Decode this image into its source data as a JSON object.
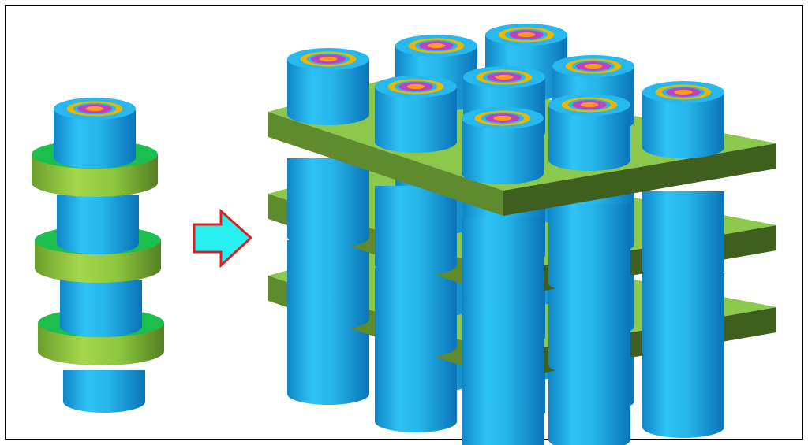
{
  "figure": {
    "left_panel": {
      "component": "single-vertical-cylinder-with-rings",
      "ring_count": 3
    },
    "transition": {
      "icon": "right-arrow-icon"
    },
    "right_panel": {
      "component": "cylinder-array-with-plates",
      "grid": "3x3",
      "plate_count": 3
    },
    "colors": {
      "cylinder": "#19a9e1",
      "cylinder_top": "#28b8f0",
      "ring_side": "#7fbf3b",
      "ring_top": "#1bbf4d",
      "plate_top": "#8cc84b",
      "plate_front": "#5f8a2e",
      "plate_side": "#3f5f1e",
      "arrow_fill": "#29f0f0",
      "arrow_stroke": "#e02020",
      "target_outer": "#e6b800",
      "target_mid": "#c040c0",
      "target_core": "#ff9b1a"
    }
  }
}
